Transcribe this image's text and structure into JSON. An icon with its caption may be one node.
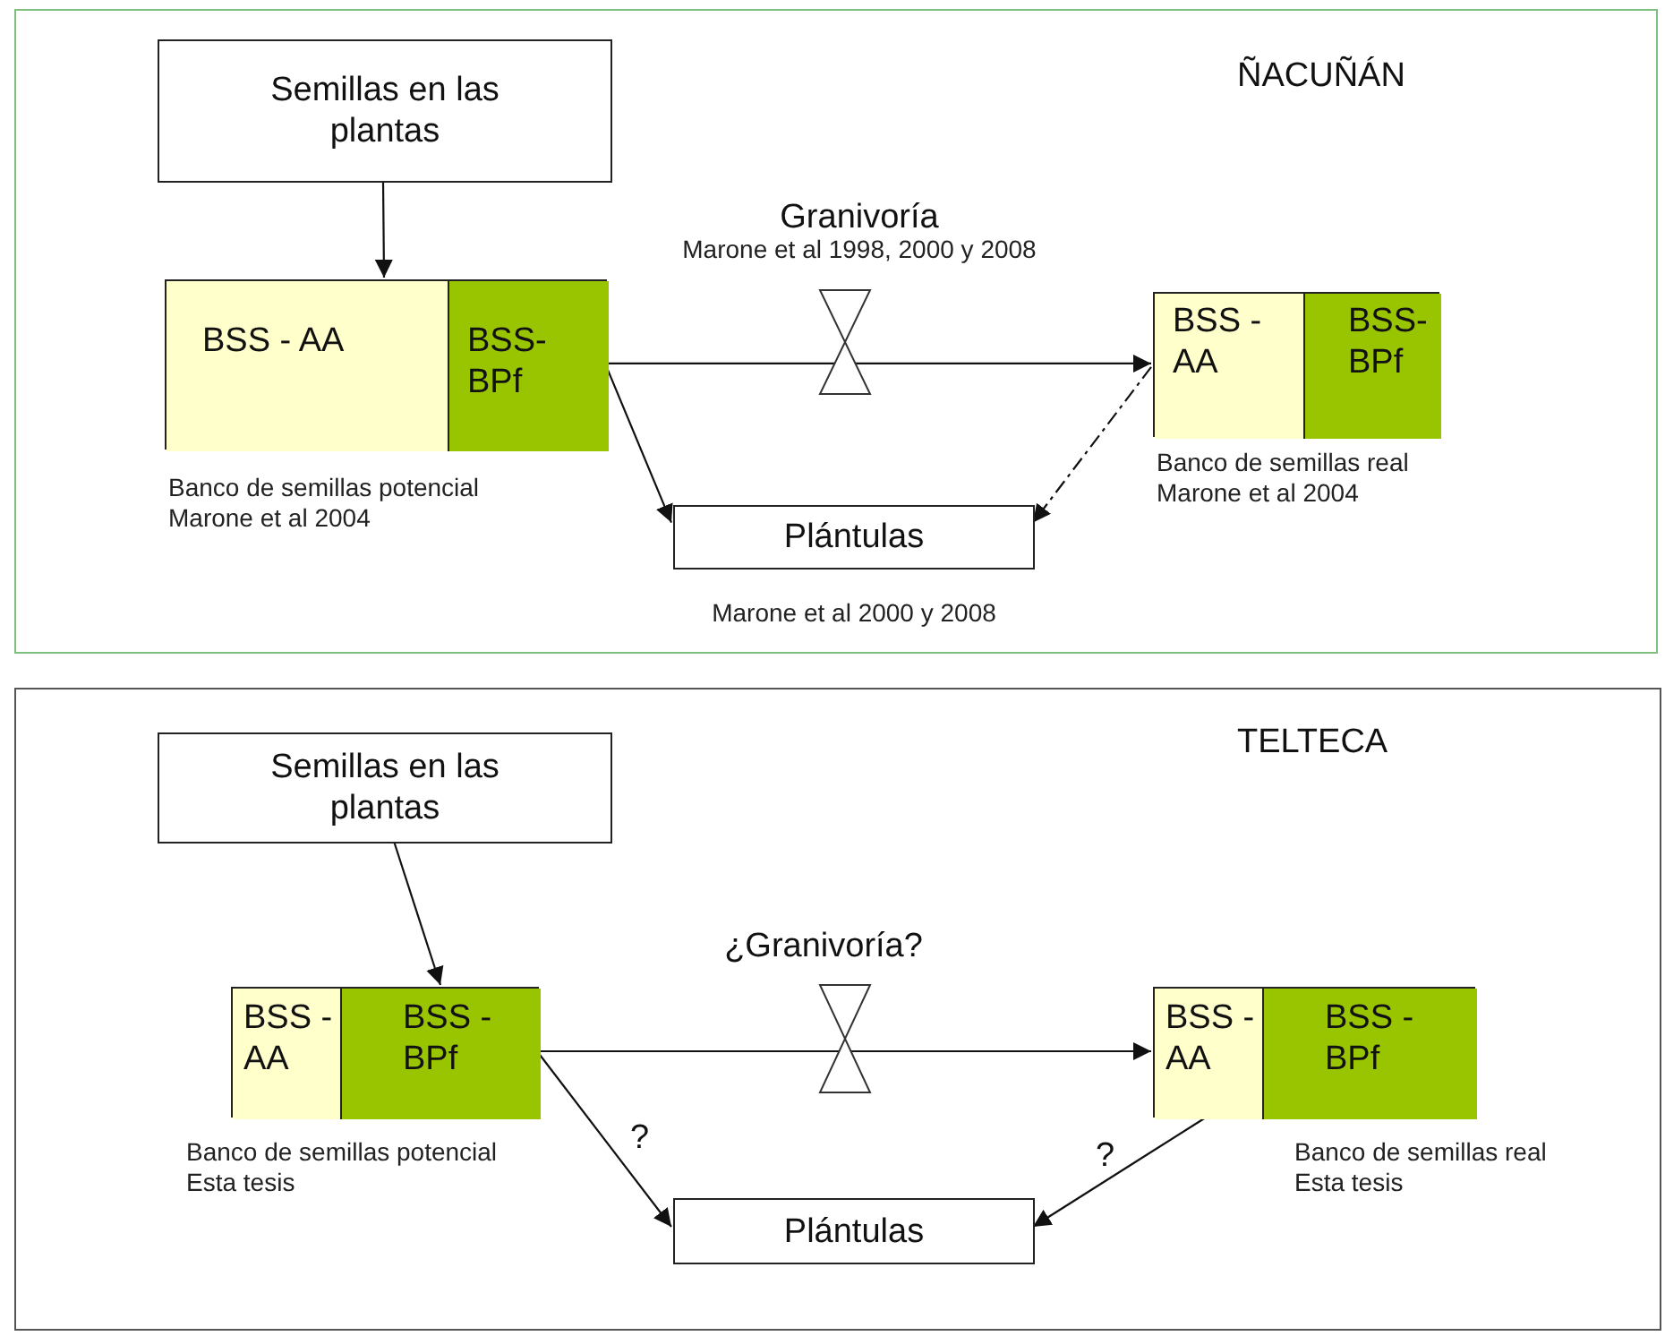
{
  "diagram": {
    "nodes": [
      {
        "text": [
          "ÑACUÑÁN"
        ]
      },
      {
        "text": [
          "Semillas en las plantas"
        ],
        "in": 0
      },
      {
        "text": [],
        "shape": "box",
        "in": 0,
        "beside": [
          "Banco de semillas potencial",
          "Marone et al 2004"
        ]
      },
      {
        "text": [
          "BSS - AA"
        ],
        "in": 2
      },
      {
        "text": [
          "BSS- BPf"
        ],
        "in": 2
      },
      {
        "text": [],
        "shape": "box",
        "in": 0,
        "beside": [
          "Banco de semillas real",
          "Marone et al 2004"
        ]
      },
      {
        "text": [
          "BSS - AA"
        ],
        "in": 5
      },
      {
        "text": [
          "BSS- BPf"
        ],
        "in": 5
      },
      {
        "text": [
          "Plántulas"
        ],
        "in": 0,
        "beside": [
          "Marone et al 2000 y 2008"
        ]
      },
      {
        "text": [
          "TELTECA"
        ]
      },
      {
        "text": [
          "Semillas en las plantas"
        ],
        "in": 9
      },
      {
        "text": [],
        "shape": "box",
        "in": 9,
        "beside": [
          "Banco de semillas potencial",
          "Esta tesis"
        ]
      },
      {
        "text": [
          "BSS - AA"
        ],
        "in": 11
      },
      {
        "text": [
          "BSS - BPf"
        ],
        "in": 11
      },
      {
        "text": [],
        "shape": "box",
        "in": 9,
        "beside": [
          "Banco de semillas real",
          "Esta tesis"
        ]
      },
      {
        "text": [
          "BSS - AA"
        ],
        "in": 14
      },
      {
        "text": [
          "BSS - BPf"
        ],
        "in": 14
      },
      {
        "text": [
          "Plántulas"
        ],
        "in": 9
      }
    ],
    "edges": [
      {
        "from": 1,
        "to": 2,
        "arrow": "to"
      },
      {
        "from": 2,
        "to": 5,
        "arrow": "to",
        "label": "Granivoría"
      },
      {
        "from": 2,
        "to": 8,
        "arrow": "to"
      },
      {
        "from": 5,
        "to": 8,
        "arrow": "to",
        "style": "dashed"
      },
      {
        "from": 10,
        "to": 11,
        "arrow": "to"
      },
      {
        "from": 11,
        "to": 14,
        "arrow": "to",
        "label": "¿Granivoría?"
      },
      {
        "from": 11,
        "to": 17,
        "arrow": "to",
        "label": "?"
      },
      {
        "from": 14,
        "to": 17,
        "arrow": "to",
        "label": "?"
      }
    ],
    "labels": [
      "Marone et al 1998, 2000 y 2008"
    ]
  }
}
